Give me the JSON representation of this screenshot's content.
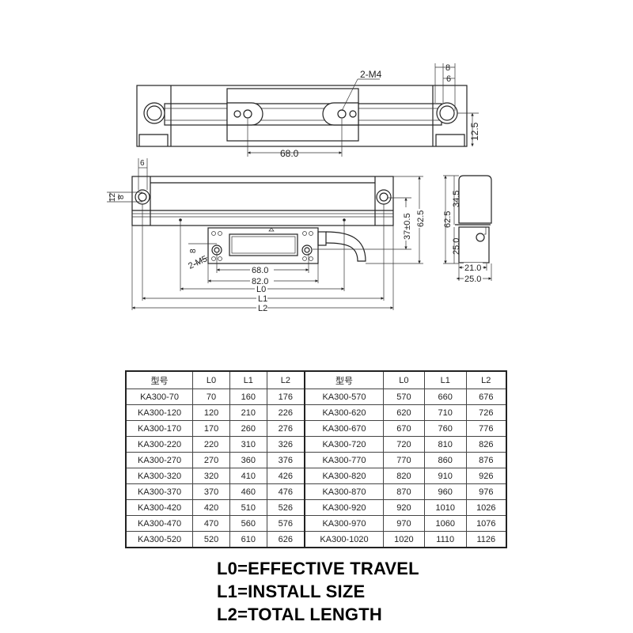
{
  "drawing": {
    "top_view": {
      "thread_label": "2-M4",
      "dim_hole_spacing": "68.0",
      "dim_8": "8",
      "dim_6": "6",
      "dim_height": "12.5"
    },
    "front_view": {
      "dim_6": "6",
      "dim_12": "12",
      "dim_8": "8",
      "thread_label": "2-M5",
      "dim_hole_8": "8",
      "dim_68": "68.0",
      "dim_82": "82.0",
      "dim_l0": "L0",
      "dim_l1": "L1",
      "dim_l2": "L2",
      "dim_37": "37±0.5",
      "dim_62_5": "62.5"
    },
    "side_view": {
      "dim_62_5": "62.5",
      "dim_34_5": "34.5",
      "dim_25_v": "25.0",
      "dim_21": "21.0",
      "dim_25_h": "25.0"
    }
  },
  "table": {
    "headers": [
      "型号",
      "L0",
      "L1",
      "L2"
    ],
    "left_rows": [
      [
        "KA300-70",
        "70",
        "160",
        "176"
      ],
      [
        "KA300-120",
        "120",
        "210",
        "226"
      ],
      [
        "KA300-170",
        "170",
        "260",
        "276"
      ],
      [
        "KA300-220",
        "220",
        "310",
        "326"
      ],
      [
        "KA300-270",
        "270",
        "360",
        "376"
      ],
      [
        "KA300-320",
        "320",
        "410",
        "426"
      ],
      [
        "KA300-370",
        "370",
        "460",
        "476"
      ],
      [
        "KA300-420",
        "420",
        "510",
        "526"
      ],
      [
        "KA300-470",
        "470",
        "560",
        "576"
      ],
      [
        "KA300-520",
        "520",
        "610",
        "626"
      ]
    ],
    "right_rows": [
      [
        "KA300-570",
        "570",
        "660",
        "676"
      ],
      [
        "KA300-620",
        "620",
        "710",
        "726"
      ],
      [
        "KA300-670",
        "670",
        "760",
        "776"
      ],
      [
        "KA300-720",
        "720",
        "810",
        "826"
      ],
      [
        "KA300-770",
        "770",
        "860",
        "876"
      ],
      [
        "KA300-820",
        "820",
        "910",
        "926"
      ],
      [
        "KA300-870",
        "870",
        "960",
        "976"
      ],
      [
        "KA300-920",
        "920",
        "1010",
        "1026"
      ],
      [
        "KA300-970",
        "970",
        "1060",
        "1076"
      ],
      [
        "KA300-1020",
        "1020",
        "1110",
        "1126"
      ]
    ]
  },
  "legend": [
    "L0=EFFECTIVE TRAVEL",
    "L1=INSTALL SIZE",
    "L2=TOTAL LENGTH"
  ]
}
